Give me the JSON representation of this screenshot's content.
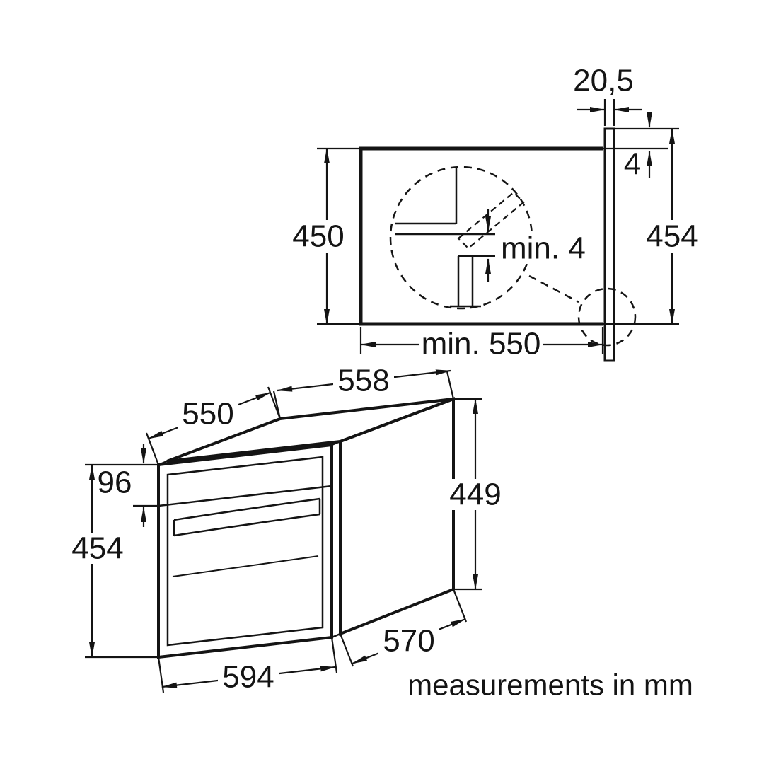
{
  "diagram": {
    "niche": {
      "height_inner": "450",
      "overlap_top": "20,5",
      "gap_top": "4",
      "height_outer": "454",
      "clearance_rear": "min. 4",
      "depth_min": "min. 550"
    },
    "oven": {
      "depth_body": "550",
      "width_body": "558",
      "panel_height": "96",
      "front_height": "454",
      "body_height": "449",
      "front_width": "594",
      "depth_total": "570"
    },
    "note": "measurements in mm"
  }
}
